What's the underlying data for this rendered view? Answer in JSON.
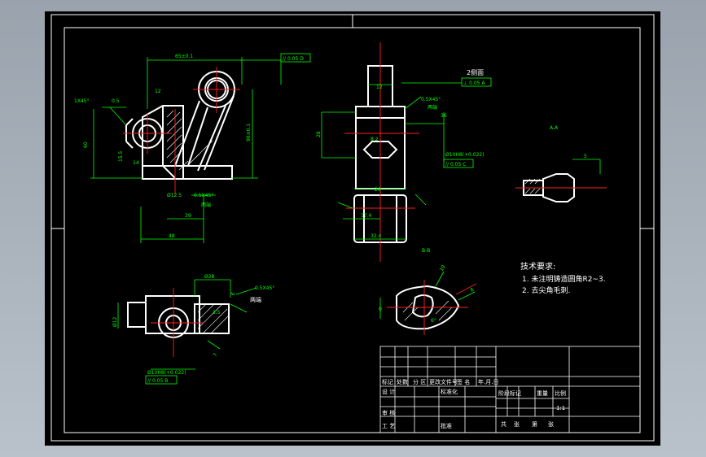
{
  "dims": {
    "top_width": "65±0.1",
    "r12": "12",
    "chamfer_left": "1X45°",
    "chamfer_small": "0.5",
    "height_60": "60",
    "d15": "15.5",
    "d14": "14",
    "hole_dia": "Ø12.5",
    "dist_39": "39",
    "dist_48": "48",
    "h96": "96±0.1",
    "ra_bot": "0.5X45°",
    "both_ends": "两端",
    "front_12": "12",
    "front_8": "8.2",
    "front_28": "28",
    "front_26": "26",
    "front_17": "17.4",
    "front_32": "32.4",
    "front_chamfer": "0.5X45°",
    "front_both": "两端",
    "front_36": "36",
    "both_sides": "2侧面",
    "bb_label": "B-B",
    "bb_10": "10",
    "bb_8": "8",
    "bb_angle": "6°",
    "bb_0": "0",
    "aa_label": "A-A",
    "aa_5": "5",
    "bl_dia": "Ø28",
    "bl_12": "Ø12",
    "bl_3": "3.5",
    "bl_chamfer": "0.5X45°",
    "bl_both": "两端",
    "bl_6": "6",
    "bl_7": "7"
  },
  "gdt": {
    "top": "// 0.05 D",
    "front": "⊥ 0.05 A",
    "right": "// 0.05 C",
    "right_hole": "Ø10H8(+0.022)",
    "bottom": "// 0.05 B",
    "bottom_hole": "Ø10H8(+0.022)"
  },
  "tech": {
    "title": "技术要求:",
    "item1": "1. 未注明铸造圆角R2~3.",
    "item2": "2. 去尖角毛刺."
  },
  "title_block": {
    "mark": "标记",
    "count": "处数",
    "zone": "分 区",
    "doc_no": "更改文件号",
    "sign": "签 名",
    "date": "年.月.日",
    "design": "设 计",
    "standardize": "标准化",
    "stage": "阶段标记",
    "weight": "重量",
    "scale_h": "比例",
    "scale": "1:1",
    "check": "审 核",
    "process": "工 艺",
    "approve": "批准",
    "total": "共",
    "sheet": "张",
    "page": "第",
    "page2": "张"
  }
}
